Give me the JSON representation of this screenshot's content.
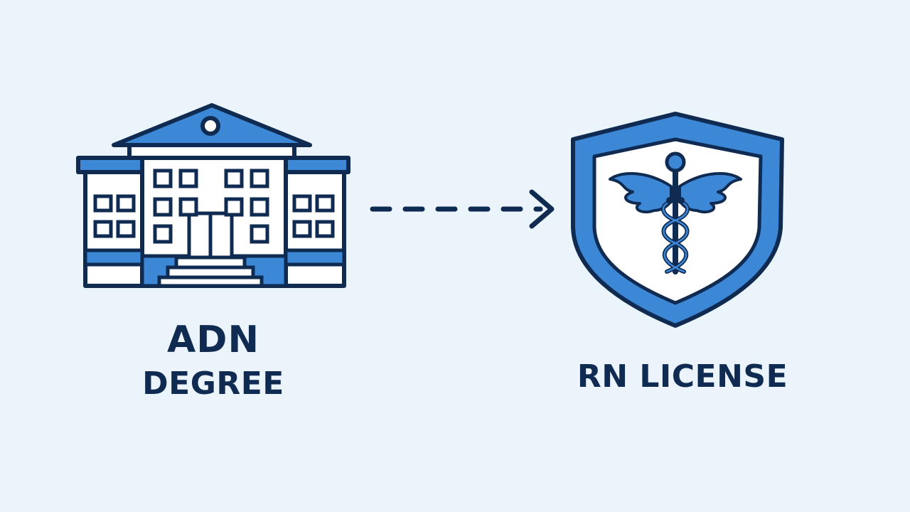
{
  "colors": {
    "background": "#ebf3fb",
    "navy": "#0f2b52",
    "blue": "#3d88d6",
    "light_blue": "#9cc4ec",
    "white": "#ffffff"
  },
  "left": {
    "icon": "university-building-icon",
    "label_line1": "ADN",
    "label_line2": "DEGREE"
  },
  "connector": {
    "icon": "dashed-arrow-right-icon"
  },
  "right": {
    "icon": "shield-caduceus-icon",
    "label": "RN LICENSE"
  }
}
